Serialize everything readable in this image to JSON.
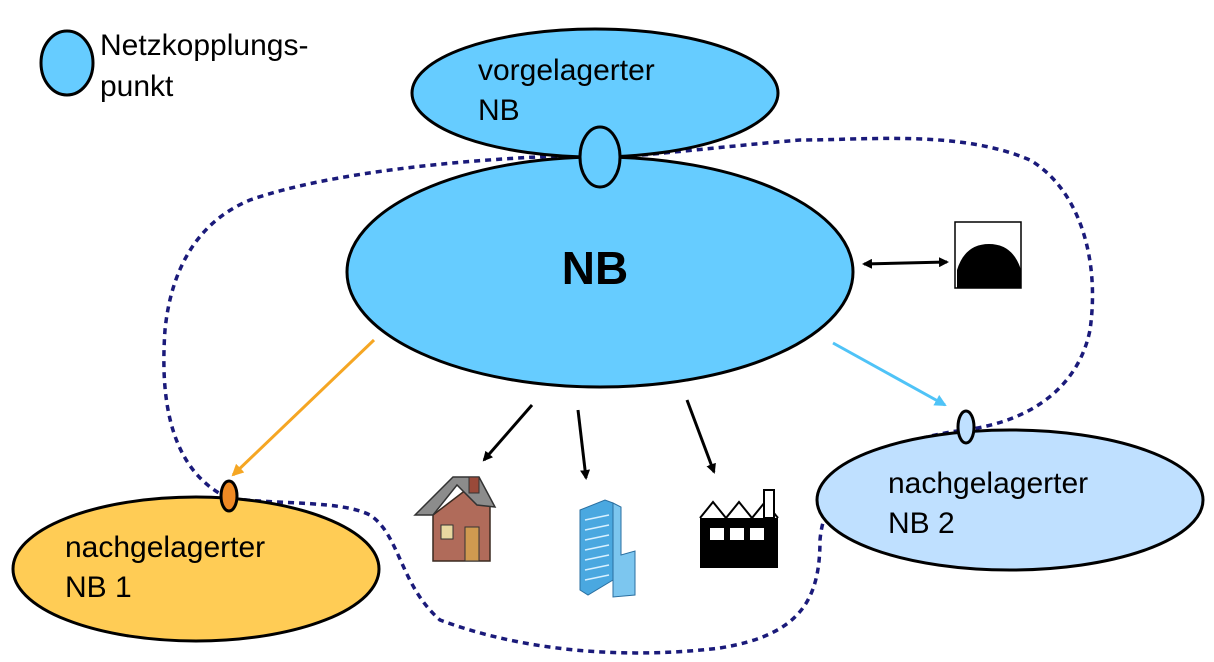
{
  "legend": {
    "label_line1": "Netzkopplungs-",
    "label_line2": "punkt"
  },
  "nodes": {
    "upstream": {
      "line1": "vorgelagerter",
      "line2": "NB",
      "color": "#66ccff"
    },
    "main": {
      "label": "NB",
      "color": "#66ccff"
    },
    "downstream1": {
      "line1": "nachgelagerter",
      "line2": "NB 1",
      "color": "#ffcc55"
    },
    "downstream2": {
      "line1": "nachgelagerter",
      "line2": "NB 2",
      "color": "#bfe0ff"
    }
  },
  "colors": {
    "boundary": "#1a1a7a",
    "arrow_to_nb1": "#f5a623",
    "arrow_to_nb2": "#4fc3f7",
    "arrow_default": "#000000",
    "coupling_point_default": "#66ccff",
    "coupling_point_nb1": "#f08a24",
    "coupling_point_nb2": "#bfe0ff"
  },
  "icons": {
    "house": "house-icon",
    "office": "office-building-icon",
    "factory": "factory-icon",
    "storage": "storage-dome-icon"
  }
}
